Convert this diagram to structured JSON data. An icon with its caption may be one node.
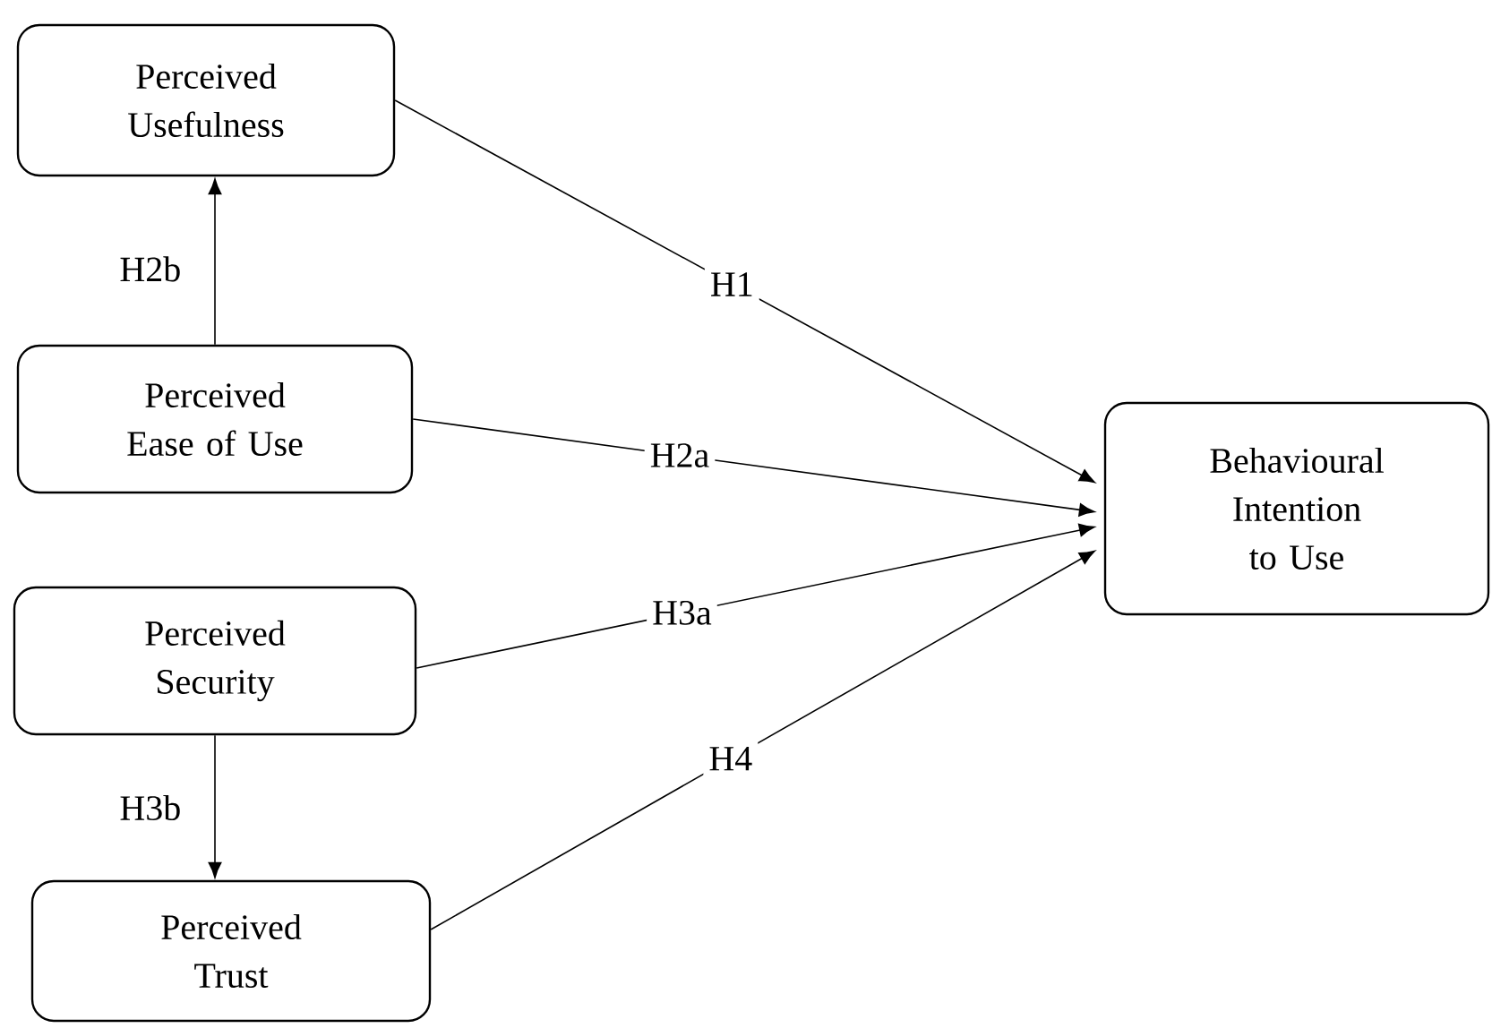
{
  "diagram": {
    "nodes": [
      {
        "text": [
          "Perceived Usefulness"
        ]
      },
      {
        "text": [
          "Perceived Ease of Use"
        ]
      },
      {
        "text": [
          "Perceived Security"
        ]
      },
      {
        "text": [
          "Perceived Trust"
        ]
      },
      {
        "text": [
          "Behavioural Intention to Use"
        ]
      }
    ],
    "edges": [
      {
        "from": 1,
        "to": 0,
        "arrow": "to",
        "label": "H2b"
      },
      {
        "from": 0,
        "to": 4,
        "arrow": "to",
        "label": "H1"
      },
      {
        "from": 1,
        "to": 4,
        "arrow": "to",
        "label": "H2a"
      },
      {
        "from": 2,
        "to": 4,
        "arrow": "to",
        "label": "H3a"
      },
      {
        "from": 3,
        "to": 4,
        "arrow": "to",
        "label": "H4"
      },
      {
        "from": 2,
        "to": 3,
        "arrow": "to",
        "label": "H3b"
      }
    ]
  }
}
